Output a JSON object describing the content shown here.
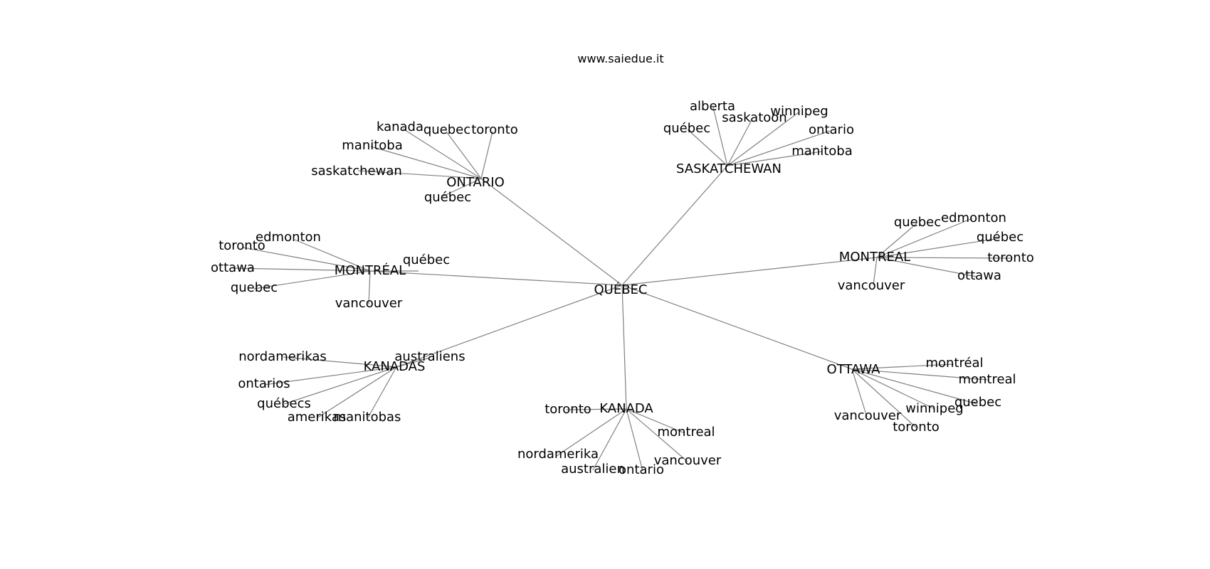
{
  "watermark": "www.saiedue.it",
  "edge_color": "#808080",
  "text_color": "#000000",
  "graph": {
    "center": {
      "id": "quebec_center",
      "label": "QUÉBEC"
    },
    "hubs": [
      {
        "id": "ontario",
        "label": "ONTARIO",
        "leaves": [
          "kanada",
          "quebec",
          "toronto",
          "manitoba",
          "saskatchewan",
          "québec"
        ]
      },
      {
        "id": "saskatchewan",
        "label": "SASKATCHEWAN",
        "leaves": [
          "alberta",
          "winnipeg",
          "saskatoon",
          "québec",
          "ontario",
          "manitoba"
        ]
      },
      {
        "id": "montreal",
        "label": "MONTREAL",
        "leaves": [
          "quebec",
          "edmonton",
          "québec",
          "toronto",
          "ottawa",
          "vancouver"
        ]
      },
      {
        "id": "montreal_accent",
        "label": "MONTRÉAL",
        "leaves": [
          "edmonton",
          "toronto",
          "ottawa",
          "quebec",
          "vancouver",
          "québec"
        ]
      },
      {
        "id": "kanadas",
        "label": "KANADAS",
        "leaves": [
          "nordamerikas",
          "australiens",
          "ontarios",
          "québecs",
          "amerikas",
          "manitobas"
        ]
      },
      {
        "id": "kanada",
        "label": "KANADA",
        "leaves": [
          "toronto",
          "montreal",
          "nordamerika",
          "vancouver",
          "australien",
          "ontario"
        ]
      },
      {
        "id": "ottawa",
        "label": "OTTAWA",
        "leaves": [
          "montréal",
          "montreal",
          "winnipeg",
          "quebec",
          "vancouver",
          "toronto"
        ]
      }
    ]
  }
}
